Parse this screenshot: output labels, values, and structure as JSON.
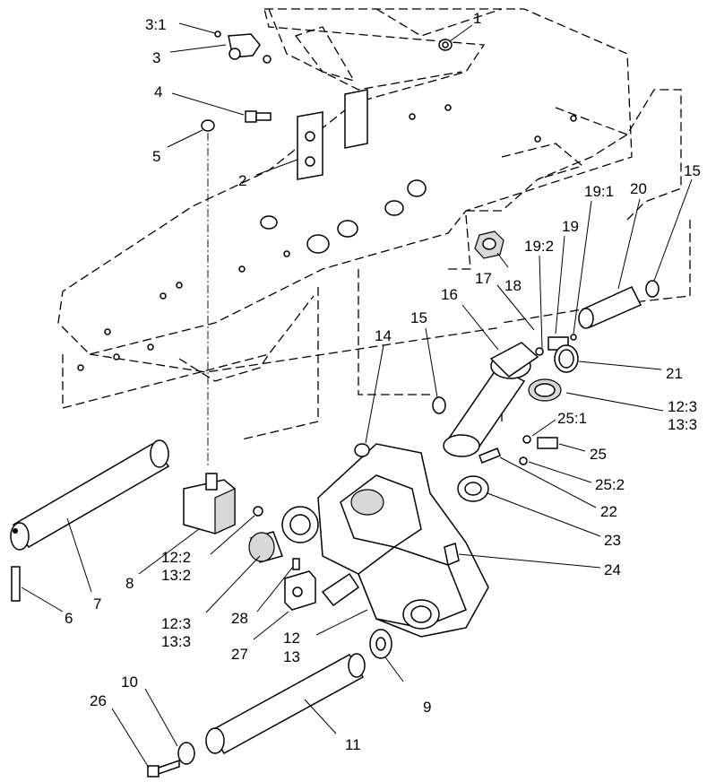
{
  "callouts": [
    {
      "id": "c1",
      "text": "1"
    },
    {
      "id": "c2",
      "text": "2"
    },
    {
      "id": "c3",
      "text": "3"
    },
    {
      "id": "c3-1",
      "text": "3:1"
    },
    {
      "id": "c4",
      "text": "4"
    },
    {
      "id": "c5",
      "text": "5"
    },
    {
      "id": "c6",
      "text": "6"
    },
    {
      "id": "c7",
      "text": "7"
    },
    {
      "id": "c8",
      "text": "8"
    },
    {
      "id": "c9",
      "text": "9"
    },
    {
      "id": "c10",
      "text": "10"
    },
    {
      "id": "c11",
      "text": "11"
    },
    {
      "id": "c12a",
      "text": "12"
    },
    {
      "id": "c13a",
      "text": "13"
    },
    {
      "id": "c12-2",
      "text": "12:2"
    },
    {
      "id": "c13-2",
      "text": "13:2"
    },
    {
      "id": "c12-3a",
      "text": "12:3"
    },
    {
      "id": "c13-3a",
      "text": "13:3"
    },
    {
      "id": "c12-3b",
      "text": "12:3"
    },
    {
      "id": "c13-3b",
      "text": "13:3"
    },
    {
      "id": "c14",
      "text": "14"
    },
    {
      "id": "c15a",
      "text": "15"
    },
    {
      "id": "c15b",
      "text": "15"
    },
    {
      "id": "c16",
      "text": "16"
    },
    {
      "id": "c17",
      "text": "17"
    },
    {
      "id": "c18",
      "text": "18"
    },
    {
      "id": "c19",
      "text": "19"
    },
    {
      "id": "c19-1",
      "text": "19:1"
    },
    {
      "id": "c19-2",
      "text": "19:2"
    },
    {
      "id": "c20",
      "text": "20"
    },
    {
      "id": "c21",
      "text": "21"
    },
    {
      "id": "c22",
      "text": "22"
    },
    {
      "id": "c23",
      "text": "23"
    },
    {
      "id": "c24",
      "text": "24"
    },
    {
      "id": "c25",
      "text": "25"
    },
    {
      "id": "c25-1",
      "text": "25:1"
    },
    {
      "id": "c25-2",
      "text": "25:2"
    },
    {
      "id": "c26",
      "text": "26"
    },
    {
      "id": "c27",
      "text": "27"
    },
    {
      "id": "c28",
      "text": "28"
    }
  ]
}
